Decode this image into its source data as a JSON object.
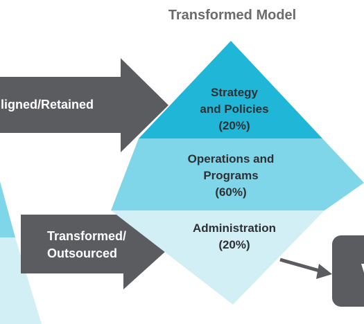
{
  "title": "Transformed Model",
  "arrows": {
    "top_label": "ligned/Retained",
    "bottom_label_line1": "Transformed/",
    "bottom_label_line2": "Outsourced"
  },
  "tiers": {
    "top": {
      "line1": "Strategy",
      "line2": "and Policies",
      "pct": "(20%)"
    },
    "middle": {
      "line1": "Operations and",
      "line2": "Programs",
      "pct": "(60%)"
    },
    "bottom": {
      "line1": "Administration",
      "pct": "(20%)"
    }
  },
  "colors": {
    "arrow": "#5b5c60",
    "tier_top": "#1fb6d7",
    "tier_middle": "#7fd6e9",
    "tier_bottom": "#d2eff6",
    "title": "#6b6b6b",
    "tier_text": "#2d3034"
  }
}
